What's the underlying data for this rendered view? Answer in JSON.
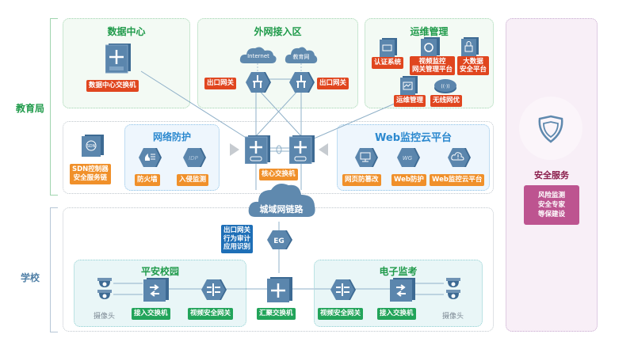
{
  "sections": {
    "bureau_label": "教育局",
    "school_label": "学校"
  },
  "colors": {
    "green_accent": "#1f9a4a",
    "red_tag": "#e0461f",
    "orange_tag": "#f0902a",
    "green_tag": "#22a45a",
    "navy_tag": "#1e6fb7",
    "pink_tag": "#bd5490",
    "device_blue": "#5b86ad"
  },
  "data_center": {
    "title": "数据中心",
    "switch_label": "数据中心交换机"
  },
  "external_access": {
    "title": "外网接入区",
    "cloud_internet": "Internet",
    "cloud_edu": "教育网",
    "gateway_left_label": "出口网关",
    "gateway_right_label": "出口网关"
  },
  "ops_management": {
    "title": "运维管理",
    "items": [
      {
        "label": "认证系统",
        "icon": "id-card-icon"
      },
      {
        "label": "视频监控\n网关管理平台",
        "icon": "camera-icon"
      },
      {
        "label": "大数据\n安全平台",
        "icon": "lock-icon"
      },
      {
        "label": "运维管理",
        "icon": "monitor-chart-icon"
      },
      {
        "label": "无线网优",
        "icon": "wireless-ap-icon"
      }
    ]
  },
  "sdn": {
    "icon_text": "SDN",
    "label_line1": "SDN控制器",
    "label_line2": "安全服务链"
  },
  "network_protection": {
    "title": "网络防护",
    "firewall_label": "防火墙",
    "idp_label": "入侵监测",
    "idp_icon_text": "IDP"
  },
  "core": {
    "label": "核心交换机"
  },
  "web_cloud": {
    "title": "Web监控云平台",
    "items": [
      {
        "label": "网页防篡改",
        "icon_text": ""
      },
      {
        "label": "Web防护",
        "icon_text": "WG"
      },
      {
        "label": "Web监控云平台",
        "icon_text": ""
      }
    ]
  },
  "metro": {
    "label": "城域网链路"
  },
  "eg": {
    "icon_text": "EG",
    "label_line1": "出口网关",
    "label_line2": "行为审计",
    "label_line3": "应用识别"
  },
  "safe_campus": {
    "title": "平安校园",
    "camera_label": "摄像头",
    "access_switch_label": "接入交换机",
    "video_gateway_label": "视频安全网关"
  },
  "aggregation": {
    "label": "汇聚交换机"
  },
  "e_exam": {
    "title": "电子监考",
    "video_gateway_label": "视频安全网关",
    "access_switch_label": "接入交换机",
    "camera_label": "摄像头"
  },
  "security_service": {
    "title": "安全服务",
    "line1": "风险监测",
    "line2": "安全专家",
    "line3": "等保建设"
  }
}
